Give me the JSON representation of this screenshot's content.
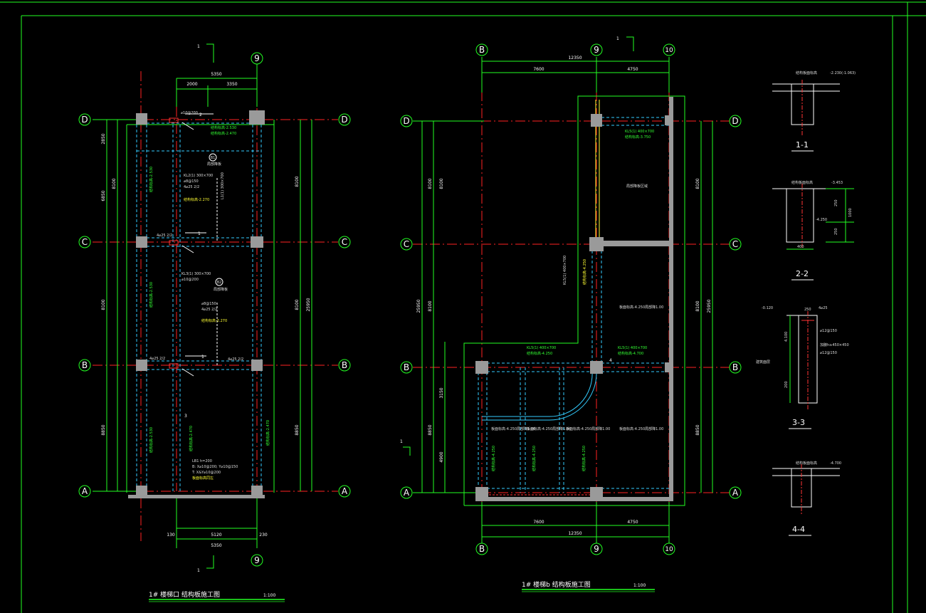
{
  "plan_a": {
    "title": "1# 楼梯口 结构板施工图",
    "scale": "1:100",
    "axes": {
      "D": "D",
      "C": "C",
      "B": "B",
      "A": "A",
      "nine": "9"
    },
    "section_mark": "1",
    "dims": {
      "top_total": "5350",
      "top_left": "2000",
      "top_right": "3350",
      "bottom_total": "5350",
      "bottom_mid": "5120",
      "bottom_left": "130",
      "bottom_right": "230",
      "left_d1": "2850",
      "left_d2": "8100",
      "left_seg1": "6850",
      "left_seg2": "8100",
      "left_seg3": "8850",
      "right_seg1": "8100",
      "right_seg2": "8100",
      "right_seg3": "8850",
      "right_total": "25950"
    },
    "notes": {
      "bubble_1": "B1",
      "bubble_2": "B2",
      "hatch_label": "局部降板",
      "elev_1": "结构标高-2.530",
      "elev_2": "结构标高-2.470",
      "elev_3": "结构标高-2.270",
      "beam_1": "KL2(1) 300×700",
      "beam_2": "KL3(1) 300×700",
      "beam_3": "L1(1) 300×700",
      "slab_note_1": "LB1 h=200",
      "slab_note_2": "B: X⌀10@200; Y⌀10@150",
      "slab_note_3": "T: X&Y⌀10@200",
      "slab_note_4": "板面标高同左",
      "sec_2": "2",
      "sec_1": "1",
      "sec_3": "3",
      "rebar_1": "⌀8@150",
      "rebar_2": "⌀10@200",
      "rebar_3": "4⌀25 2/2"
    }
  },
  "plan_b": {
    "title": "1# 楼梯b 结构板施工图",
    "scale": "1:100",
    "axes": {
      "B": "B",
      "nine": "9",
      "ten": "10",
      "D": "D",
      "C": "C",
      "A": "A"
    },
    "section_mark": "1",
    "dims": {
      "top_total": "12350",
      "top_left": "7600",
      "top_right": "4750",
      "bottom_left": "7600",
      "bottom_right": "4750",
      "bottom_total": "12350",
      "left_seg1": "8100",
      "left_seg2": "8100",
      "left_seg3": "3150",
      "left_seg4": "8850",
      "left_seg5": "4900",
      "left_total": "25950",
      "right_seg1": "8100",
      "right_seg2": "8100",
      "right_seg3": "8850",
      "right_total": "25950"
    },
    "notes": {
      "room_1": "局部降板区域",
      "room_2": "板面标高-4.250局部降1.00",
      "room_3": "板面标高-4.250局部降1.00",
      "room_4": "板面标高-4.250局部降1.00",
      "room_5": "板面标高-4.250局部降1.00",
      "room_6": "板面标高-4.250局部降1.00",
      "beam_1": "KL5(1) 400×700",
      "elev_1": "结构标高-3.750",
      "elev_2": "结构标高-4.250",
      "elev_3": "结构标高-4.250",
      "elev_4": "结构标高-4.700",
      "sec_4": "4"
    }
  },
  "sections": {
    "s1": {
      "label": "1-1",
      "note": "结构板面标高",
      "elev": "-2.230(-1.063)"
    },
    "s2": {
      "label": "2-2",
      "note": "结构板面标高",
      "elev": "-3.453",
      "elev2": "-4.250",
      "dim1": "250",
      "dim2": "1000",
      "dim3": "250",
      "dim4": "400"
    },
    "s3": {
      "label": "3-3",
      "note": "建筑面层",
      "elev": "-0.120",
      "r1": "⌀12@150",
      "r2": "加腋h≥450×450",
      "r3": "⌀12@150",
      "top": "250",
      "d1": "4⌀25",
      "h": "4.100",
      "b": "200"
    },
    "s4": {
      "label": "4-4",
      "note": "结构板面标高",
      "elev": "-4.700"
    }
  }
}
